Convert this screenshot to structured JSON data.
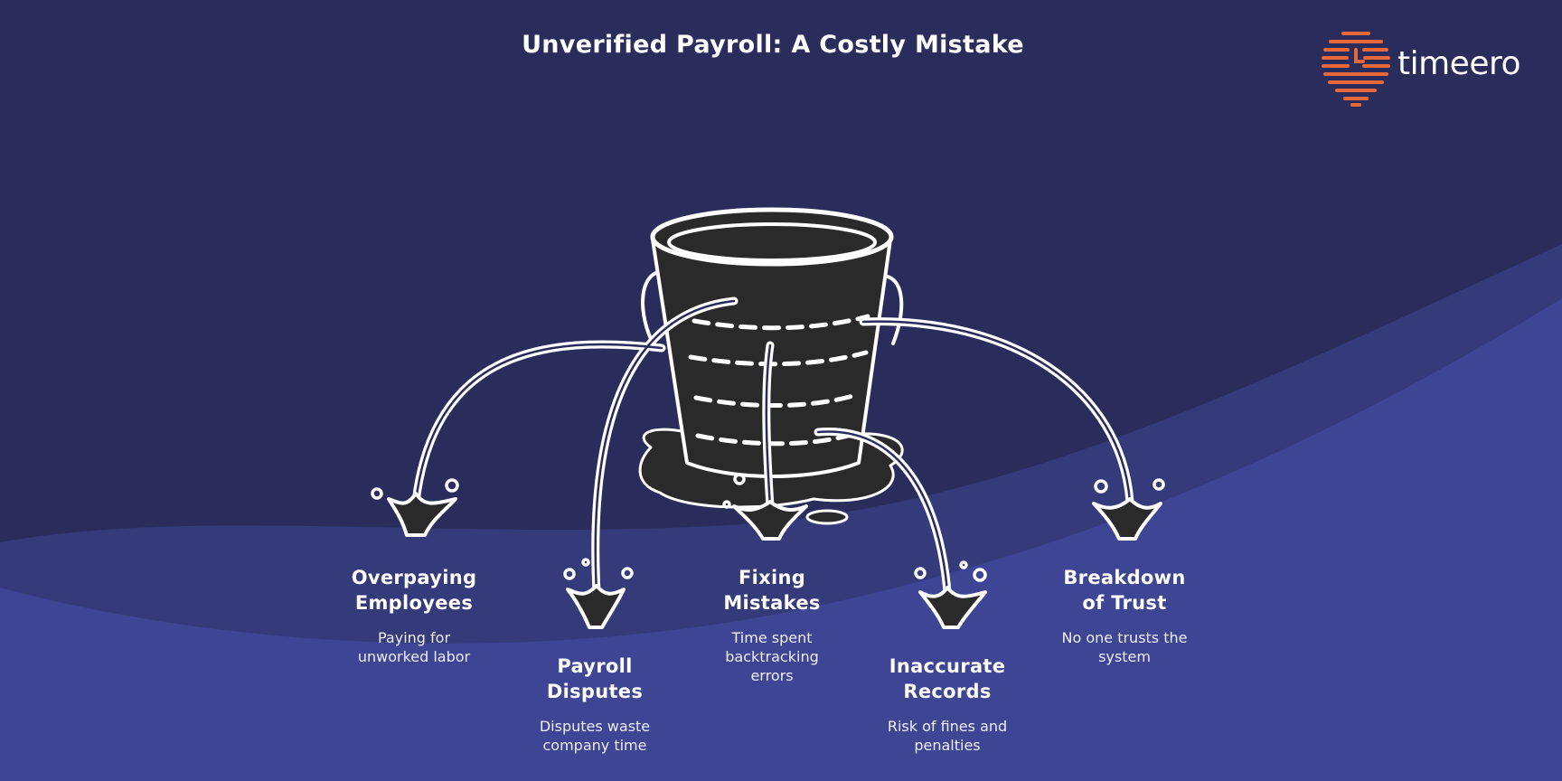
{
  "title": "Unverified Payroll: A Costly Mistake",
  "logo": {
    "text": "timeero",
    "icon": "clock-pin-icon",
    "color": "#e8683a"
  },
  "colors": {
    "background_dark": "#2a2d5c",
    "background_wave": "#3b4290",
    "bucket": "#2a2a2a",
    "stroke": "#ffffff"
  },
  "items": [
    {
      "title": "Overpaying\nEmployees",
      "description": "Paying for\nunworked labor"
    },
    {
      "title": "Payroll\nDisputes",
      "description": "Disputes waste\ncompany time"
    },
    {
      "title": "Fixing\nMistakes",
      "description": "Time spent\nbacktracking\nerrors"
    },
    {
      "title": "Inaccurate\nRecords",
      "description": "Risk of fines and\npenalties"
    },
    {
      "title": "Breakdown\nof Trust",
      "description": "No one trusts the\nsystem"
    }
  ]
}
